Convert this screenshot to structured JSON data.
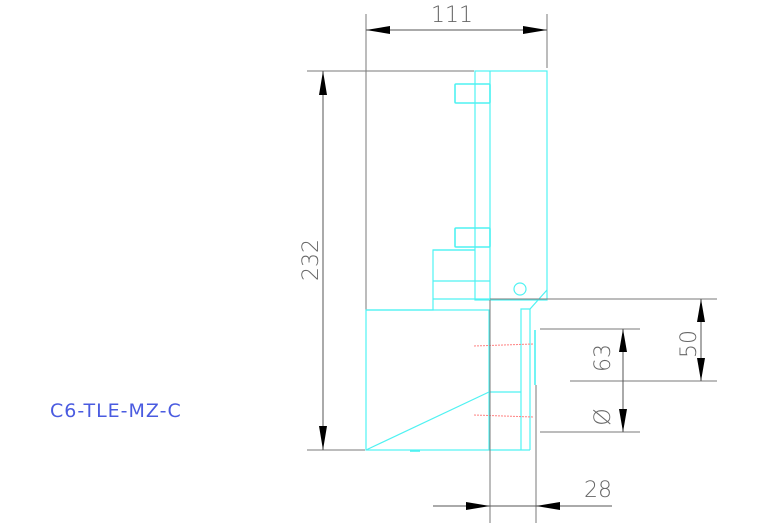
{
  "drawing": {
    "part_label": "C6-TLE-MZ-C",
    "colors": {
      "part_outline": "#4ff2f2",
      "dimension_line": "#7a7a7a",
      "center_line": "#ff8080",
      "label_text": "#4a5be0",
      "dimension_text": "#666666"
    },
    "dimensions": {
      "width_top": "111",
      "height_total": "232",
      "height_right": "50",
      "diameter_value": "63",
      "diameter_symbol": "Ø",
      "thickness_bottom": "28"
    }
  }
}
